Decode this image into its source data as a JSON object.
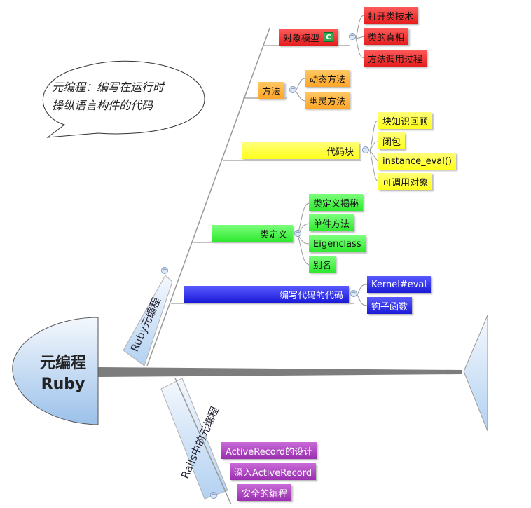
{
  "head": {
    "line1": "元编程",
    "line2": "Ruby"
  },
  "callout": {
    "line1": "元编程：编写在运行时",
    "line2": "操纵语言构件的代码"
  },
  "upper_bone": {
    "label": "Ruby元编程"
  },
  "lower_bone": {
    "label": "Rails中的元编程"
  },
  "branches": {
    "object_model": {
      "label": "对象模型",
      "icon": "C",
      "children": [
        "打开类技术",
        "类的真相",
        "方法调用过程"
      ]
    },
    "methods": {
      "label": "方法",
      "children": [
        "动态方法",
        "幽灵方法"
      ]
    },
    "blocks": {
      "label": "代码块",
      "children": [
        "块知识回顾",
        "闭包",
        "instance_eval()",
        "可调用对象"
      ]
    },
    "class_def": {
      "label": "类定义",
      "children": [
        "类定义揭秘",
        "单件方法",
        "Eigenclass",
        "别名"
      ]
    },
    "code_writing": {
      "label": "编写代码的代码",
      "children": [
        "Kernel#eval",
        "钩子函数"
      ]
    }
  },
  "rails": {
    "children": [
      "ActiveRecord的设计",
      "深入ActiveRecord",
      "安全的编程"
    ]
  },
  "colors": {
    "red": "#e51e1e",
    "orange": "#ffa628",
    "yellow": "#ffff1a",
    "green": "#2ee82e",
    "blue": "#1a1ad8",
    "purple": "#9a2fb0",
    "head": "#a9c9ee"
  }
}
